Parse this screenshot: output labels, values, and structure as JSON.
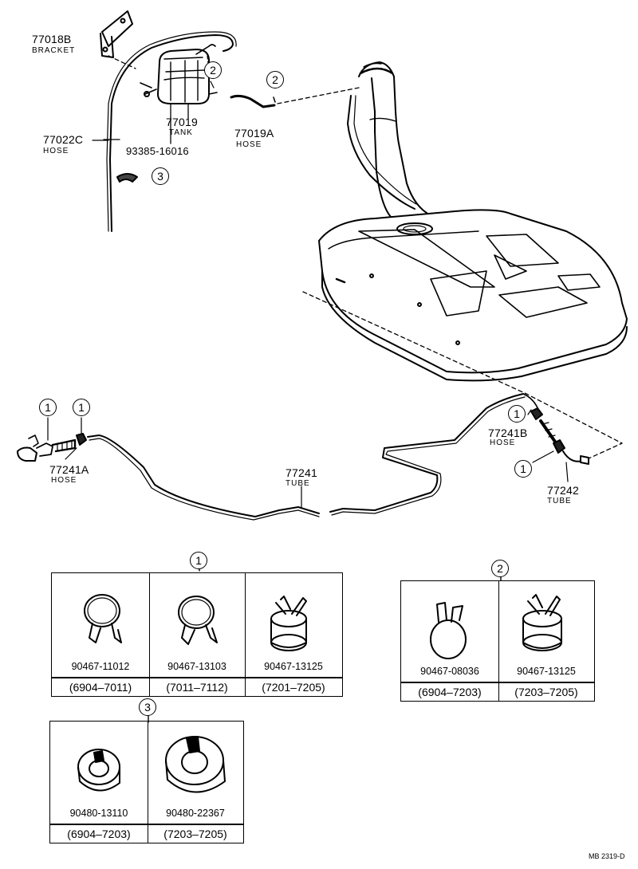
{
  "diagram": {
    "code": "MB 2319-D",
    "callouts": {
      "c1": "1",
      "c2": "2",
      "c3": "3"
    },
    "parts": {
      "bracket": {
        "number": "77018B",
        "name": "BRACKET"
      },
      "tank": {
        "number": "77019",
        "name": "TANK"
      },
      "hose_19a": {
        "number": "77019A",
        "name": "HOSE"
      },
      "hose_22c": {
        "number": "77022C",
        "name": "HOSE"
      },
      "bolt": {
        "number": "93385-16016"
      },
      "hose_41a": {
        "number": "77241A",
        "name": "HOSE"
      },
      "tube_41": {
        "number": "77241",
        "name": "TUBE"
      },
      "hose_41b": {
        "number": "77241B",
        "name": "HOSE"
      },
      "tube_42": {
        "number": "77242",
        "name": "TUBE"
      }
    },
    "table1": {
      "title": "1",
      "items": [
        {
          "part": "90467-11012",
          "range": "(6904–7011)"
        },
        {
          "part": "90467-13103",
          "range": "(7011–7112)"
        },
        {
          "part": "90467-13125",
          "range": "(7201–7205)"
        }
      ]
    },
    "table2": {
      "title": "2",
      "items": [
        {
          "part": "90467-08036",
          "range": "(6904–7203)"
        },
        {
          "part": "90467-13125",
          "range": "(7203–7205)"
        }
      ]
    },
    "table3": {
      "title": "3",
      "items": [
        {
          "part": "90480-13110",
          "range": "(6904–7203)"
        },
        {
          "part": "90480-22367",
          "range": "(7203–7205)"
        }
      ]
    }
  }
}
